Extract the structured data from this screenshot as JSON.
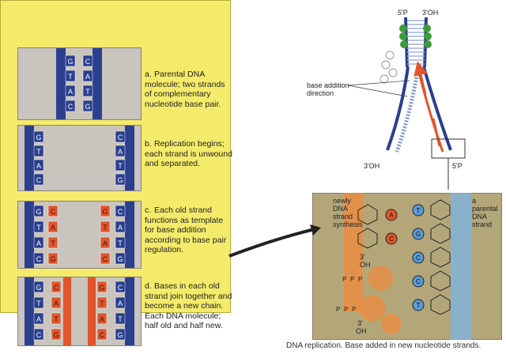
{
  "steps": [
    {
      "letter": "a.",
      "text": "Parental DNA molecule; two strands of complementary nucleotide base pair."
    },
    {
      "letter": "b.",
      "text": "Replication begins; each strand is unwound and separated."
    },
    {
      "letter": "c.",
      "text": "Each old strand functions as template for base addition according to base pair regulation."
    },
    {
      "letter": "d.",
      "text": "Bases in each old strand join together and become a new chain. Each DNA molecule; half old and half new."
    }
  ],
  "left_bases": [
    "G",
    "T",
    "A",
    "C"
  ],
  "right_bases": [
    "C",
    "A",
    "T",
    "G"
  ],
  "fork": {
    "top_left": "5'P",
    "top_right": "3'OH",
    "bottom_left": "3'OH",
    "bottom_right": "5'P",
    "direction_label": "base addition direction"
  },
  "detail": {
    "left_label": "newly DNA strand synthesis",
    "right_label": "a parental DNA strand",
    "new_bases": [
      "A",
      "C"
    ],
    "template_bases": [
      "T",
      "G",
      "C",
      "C",
      "T"
    ],
    "phosphate": "P",
    "three_prime": "3'",
    "oh": "OH"
  },
  "caption": "DNA replication. Base added in new nucleotide strands.",
  "colors": {
    "old_strand": "#2b3f8f",
    "new_strand": "#e2552a",
    "panel": "#f5eb6a",
    "box": "#c9c4bd"
  }
}
